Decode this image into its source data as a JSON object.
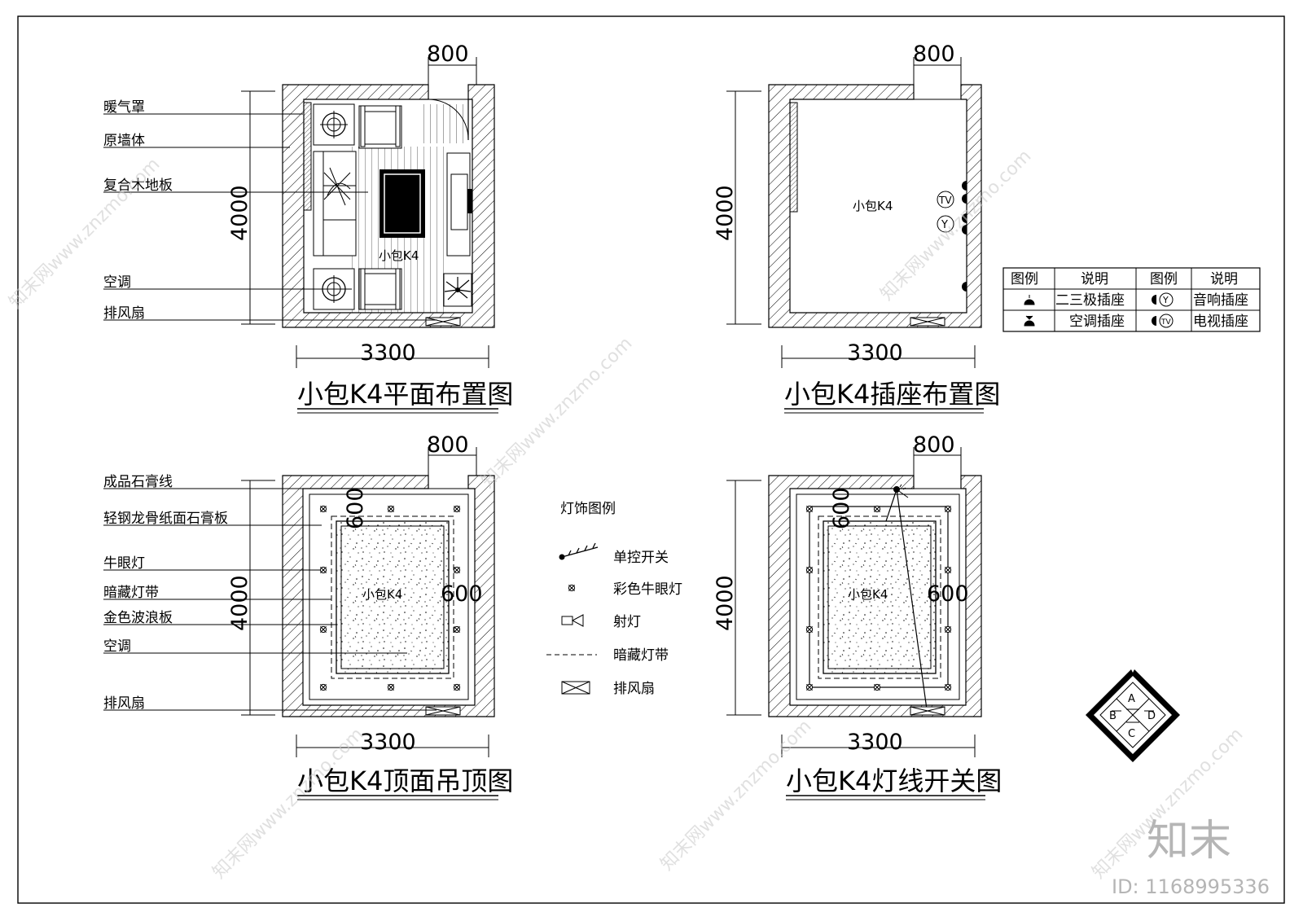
{
  "plans": {
    "p1": {
      "title": "小包K4平面布置图",
      "room": "小包K4",
      "dim_top": "800",
      "dim_side": "4000",
      "dim_bottom": "3300"
    },
    "p2": {
      "title": "小包K4插座布置图",
      "room": "小包K4",
      "dim_top": "800",
      "dim_side": "4000",
      "dim_bottom": "3300"
    },
    "p3": {
      "title": "小包K4顶面吊顶图",
      "room": "小包K4",
      "dim_top": "800",
      "dim_side": "4000",
      "dim_bottom": "3300",
      "dim_600_v": "600",
      "dim_600_h": "600"
    },
    "p4": {
      "title": "小包K4灯线开关图",
      "room": "小包K4",
      "dim_top": "800",
      "dim_side": "4000",
      "dim_bottom": "3300",
      "dim_600_v": "600",
      "dim_600_h": "600"
    }
  },
  "labels_p1": [
    "暖气罩",
    "原墙体",
    "复合木地板",
    "空调",
    "排风扇"
  ],
  "labels_p3": [
    "成品石膏线",
    "轻钢龙骨纸面石膏板",
    "牛眼灯",
    "暗藏灯带",
    "金色波浪板",
    "空调",
    "排风扇"
  ],
  "socket_markers": {
    "tv": "TV",
    "audio": "Y"
  },
  "socket_legend": {
    "headers": [
      "图例",
      "说明",
      "图例",
      "说明"
    ],
    "rows": [
      {
        "desc1": "二三极插座",
        "desc2": "音响插座",
        "sym2": "Y"
      },
      {
        "desc1": "空调插座",
        "desc2": "电视插座",
        "sym2": "TV"
      }
    ]
  },
  "light_legend": {
    "title": "灯饰图例",
    "items": [
      "单控开关",
      "彩色牛眼灯",
      "射灯",
      "暗藏灯带",
      "排风扇"
    ]
  },
  "compass": {
    "a": "A",
    "b": "B",
    "c": "C",
    "d": "D"
  },
  "watermark": {
    "brand": "知末",
    "id": "ID: 1168995336",
    "site": "知末网www.znzmo.com"
  }
}
